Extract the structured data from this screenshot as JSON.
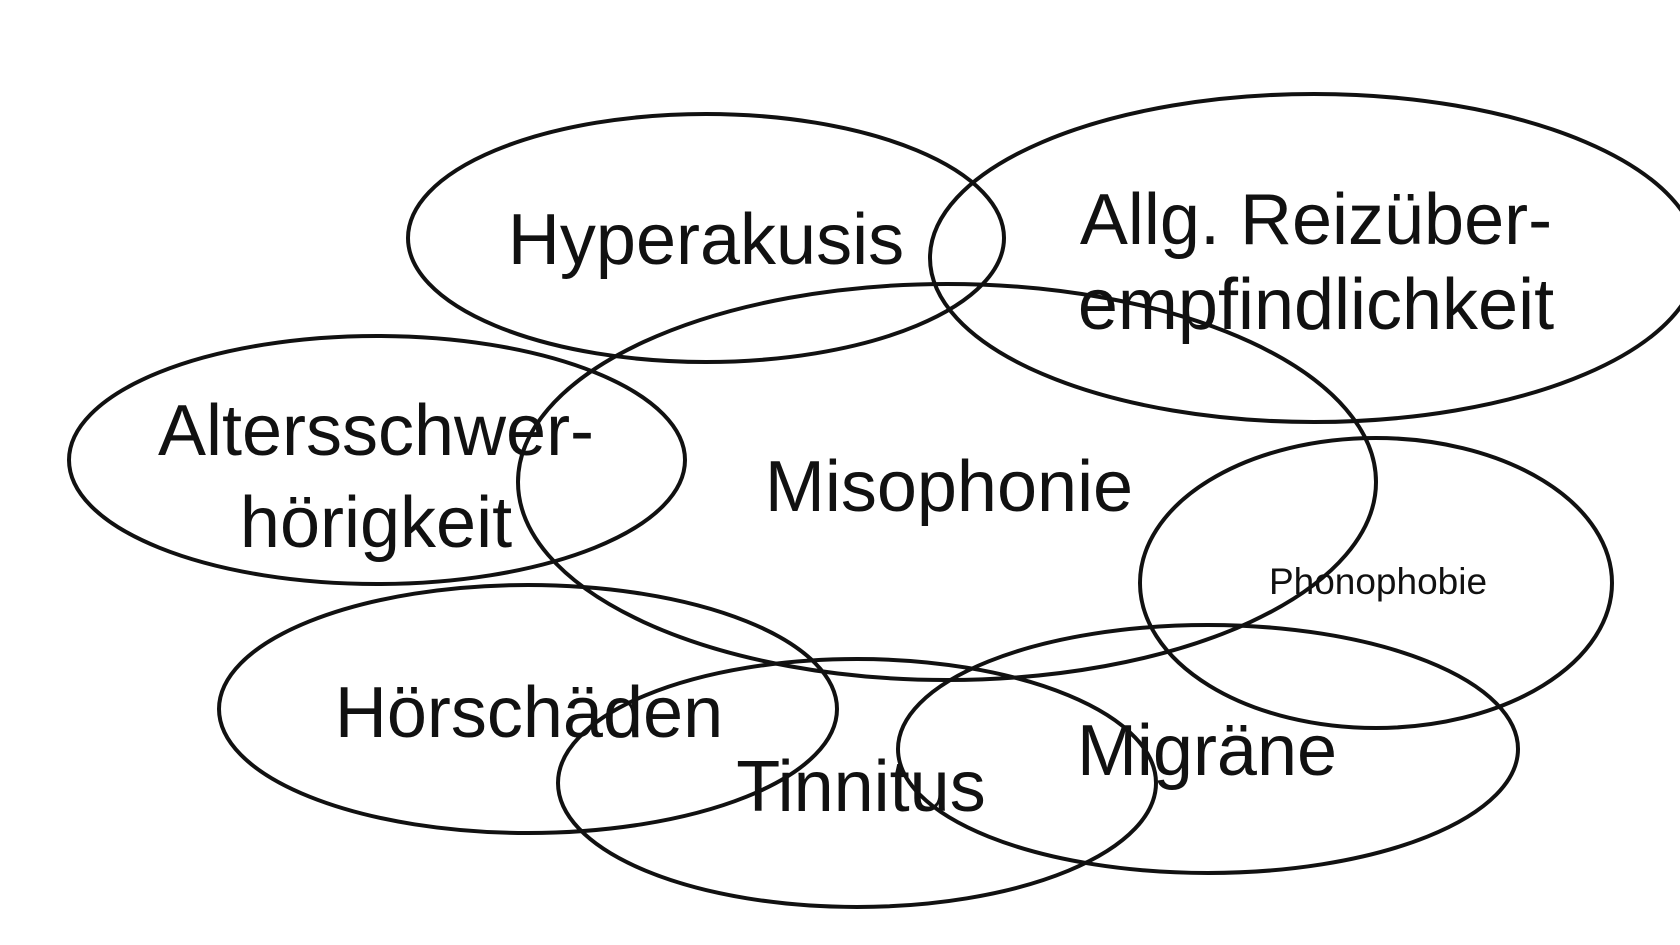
{
  "nodes": {
    "hyperakusis": {
      "lines": [
        "Hyperakusis"
      ]
    },
    "reizueberempfindlichkeit": {
      "lines": [
        "Allg. Reizüber-",
        "empfindlichkeit"
      ]
    },
    "altersschwerhoerigkeit": {
      "lines": [
        "Altersschwer-",
        "hörigkeit"
      ]
    },
    "misophonie": {
      "lines": [
        "Misophonie"
      ]
    },
    "phonophobie": {
      "lines": [
        "Phonophobie"
      ]
    },
    "hoerschaeden": {
      "lines": [
        "Hörschäden"
      ]
    },
    "tinnitus": {
      "lines": [
        "Tinnitus"
      ]
    },
    "migraene": {
      "lines": [
        "Migräne"
      ]
    }
  }
}
